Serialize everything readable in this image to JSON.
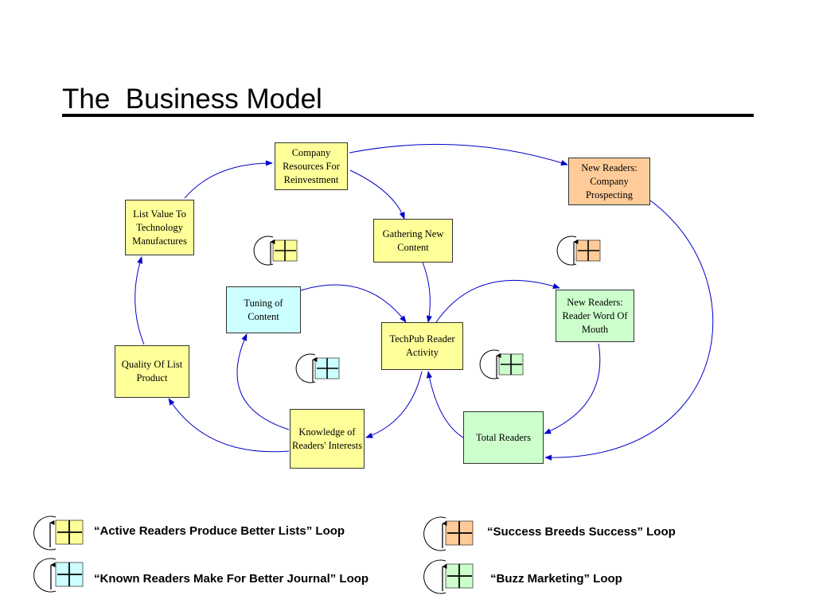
{
  "slide": {
    "title": "The  Business Model"
  },
  "nodes": {
    "company_resources": "Company Resources For Reinvestment",
    "new_readers_prospecting": "New Readers: Company Prospecting",
    "list_value": "List Value To Technology Manufactures",
    "gathering_content": "Gathering New Content",
    "tuning_content": "Tuning of Content",
    "techpub_activity": "TechPub Reader Activity",
    "new_readers_wom": "New Readers: Reader Word Of Mouth",
    "quality_list": "Quality Of List Product",
    "knowledge_interests": "Knowledge of Readers' Interests",
    "total_readers": "Total Readers"
  },
  "legend": [
    {
      "label": "“Active Readers Produce Better Lists” Loop",
      "color": "#ffff99"
    },
    {
      "label": "“Success Breeds Success” Loop",
      "color": "#ffcc99"
    },
    {
      "label": "“Known Readers Make For Better Journal” Loop",
      "color": "#ccffff"
    },
    {
      "label": "“Buzz Marketing” Loop",
      "color": "#ccffcc"
    }
  ],
  "colors": {
    "arrow": "#0000cc",
    "yellow": "#ffff99",
    "cyan": "#ccffff",
    "green": "#ccffcc",
    "orange": "#ffcc99"
  },
  "icons": [
    "reinforcing-loop-icon",
    "plus-icon"
  ]
}
